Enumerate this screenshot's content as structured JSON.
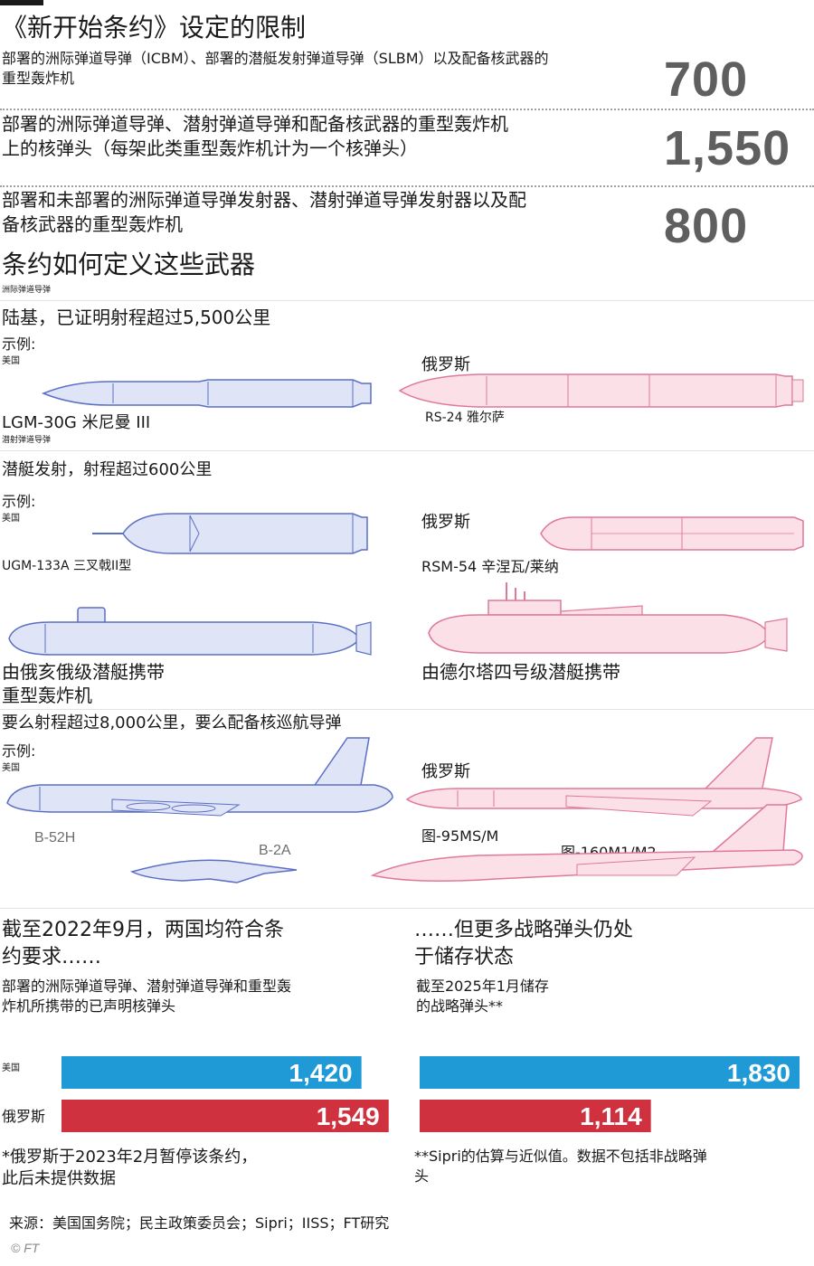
{
  "header": {
    "title": "《新开始条约》设定的限制"
  },
  "limits": [
    {
      "label_line1": "部署的洲际弹道导弹（ICBM）、部署的潜艇发射弹道导弹（SLBM）以及配备核武器的",
      "label_line2": "重型轰炸机",
      "value": "700"
    },
    {
      "label_line1": "部署的洲际弹道导弹、潜射弹道导弹和配备核武器的重型轰炸机",
      "label_line2": "上的核弹头（每架此类重型轰炸机计为一个核弹头）",
      "value": "1,550"
    },
    {
      "label_line1": "部署和未部署的洲际弹道导弹发射器、潜射弹道导弹发射器以及配",
      "label_line2": "备核武器的重型轰炸机",
      "value": "800"
    }
  ],
  "definitions": {
    "title": "条约如何定义这些武器",
    "icbm": {
      "tag": "洲际弹道导弹",
      "desc": "陆基，已证明射程超过5,500公里",
      "example": "示例:",
      "us_label": "美国",
      "ru_label": "俄罗斯",
      "us_name": "LGM-30G 米尼曼 III",
      "ru_name": "RS-24 雅尔萨"
    },
    "slbm": {
      "tag": "潜射弹道导弹",
      "desc": "潜艇发射，射程超过600公里",
      "example": "示例:",
      "us_label": "美国",
      "ru_label": "俄罗斯",
      "us_name": "UGM-133A 三叉戟II型",
      "ru_name": "RSM-54 辛涅瓦/莱纳",
      "us_sub": "由俄亥俄级潜艇携带",
      "ru_sub": "由德尔塔四号级潜艇携带"
    },
    "bomber": {
      "tag": "重型轰炸机",
      "desc": "要么射程超过8,000公里，要么配备核巡航导弹",
      "example": "示例:",
      "us_label": "美国",
      "ru_label": "俄罗斯",
      "us_name1": "B-52H",
      "us_name2": "B-2A",
      "ru_name1": "图-95MS/M",
      "ru_name2": "图-160M1/M2"
    }
  },
  "charts": {
    "left_title_line1": "截至2022年9月，两国均符合条",
    "left_title_line2": "约要求……",
    "left_sub_line1": "部署的洲际弹道导弹、潜射弹道导弹和重型轰",
    "left_sub_line2": "炸机所携带的已声明核弹头",
    "right_title_line1": "……但更多战略弹头仍处",
    "right_title_line2": "于储存状态",
    "right_sub_line1": "截至2025年1月储存",
    "right_sub_line2": "的战略弹头**",
    "us_label": "美国",
    "ru_label": "俄罗斯",
    "left_note_line1": "*俄罗斯于2023年2月暂停该条约，",
    "left_note_line2": "此后未提供数据",
    "right_note_line1": "**Sipri的估算与近似值。数据不包括非战略弹",
    "right_note_line2": "头"
  },
  "chart_data": [
    {
      "type": "bar",
      "orientation": "horizontal",
      "title": "截至2022年9月，两国均符合条约要求……",
      "subtitle": "部署的洲际弹道导弹、潜射弹道导弹和重型轰炸机所携带的已声明核弹头",
      "categories": [
        "美国",
        "俄罗斯"
      ],
      "values": [
        1420,
        1549
      ],
      "value_labels": [
        "1,420",
        "1,549"
      ],
      "colors": [
        "#1f9ad6",
        "#d0313f"
      ],
      "xlim": [
        0,
        1550
      ]
    },
    {
      "type": "bar",
      "orientation": "horizontal",
      "title": "……但更多战略弹头仍处于储存状态",
      "subtitle": "截至2025年1月储存的战略弹头**",
      "categories": [
        "美国",
        "俄罗斯"
      ],
      "values": [
        1830,
        1114
      ],
      "value_labels": [
        "1,830",
        "1,114"
      ],
      "colors": [
        "#1f9ad6",
        "#d0313f"
      ],
      "xlim": [
        0,
        1830
      ]
    }
  ],
  "footer": {
    "source": "来源：美国国务院；民主政策委员会；Sipri；IISS；FT研究",
    "watermark": "© FT"
  },
  "colors": {
    "us_fill": "#dfe4f6",
    "us_stroke": "#5b6fc4",
    "ru_fill": "#fbe0e8",
    "ru_stroke": "#e0789a",
    "us_bar": "#1f9ad6",
    "ru_bar": "#d0313f"
  }
}
